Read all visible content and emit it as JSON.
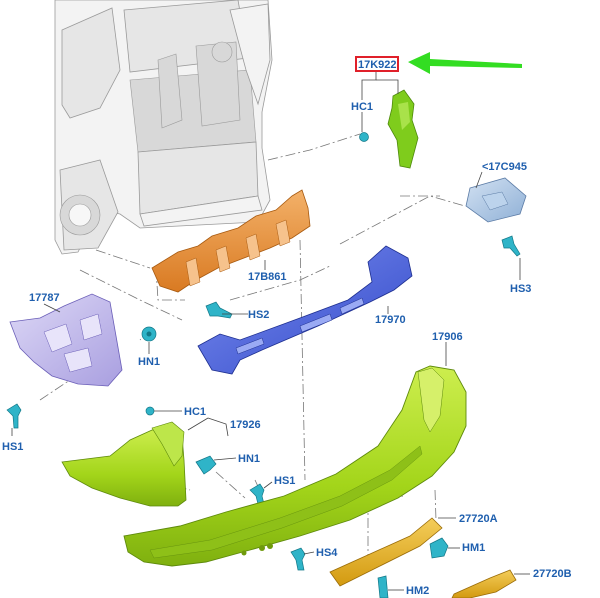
{
  "diagram": {
    "callouts": {
      "p17K922": "17K922",
      "hc1_top": "HC1",
      "p17C945": "<17C945",
      "hs3": "HS3",
      "p17B861": "17B861",
      "p17787": "17787",
      "hs2": "HS2",
      "p17970": "17970",
      "hn1_left": "HN1",
      "p17906": "17906",
      "hs1_left": "HS1",
      "hc1_mid": "HC1",
      "p17926": "17926",
      "hn1_mid": "HN1",
      "hs1_mid": "HS1",
      "p27720A": "27720A",
      "hm1": "HM1",
      "hs4": "HS4",
      "p27720B": "27720B",
      "hm2": "HM2"
    },
    "colors": {
      "label": "#1f5fae",
      "highlight_box": "#e0202a",
      "pointer_arrow": "#33dd22",
      "bumper_cover": "#a8d81e",
      "bracket_orange": "#e8923c",
      "reinforcement_blue": "#4a62d8",
      "bracket_lavender": "#c9c2ec",
      "part_green": "#7fcc1c",
      "fastener_teal": "#2fb4c8",
      "reflector_amber": "#e8b21c",
      "bracket_lightblue": "#a9c3e0"
    }
  }
}
